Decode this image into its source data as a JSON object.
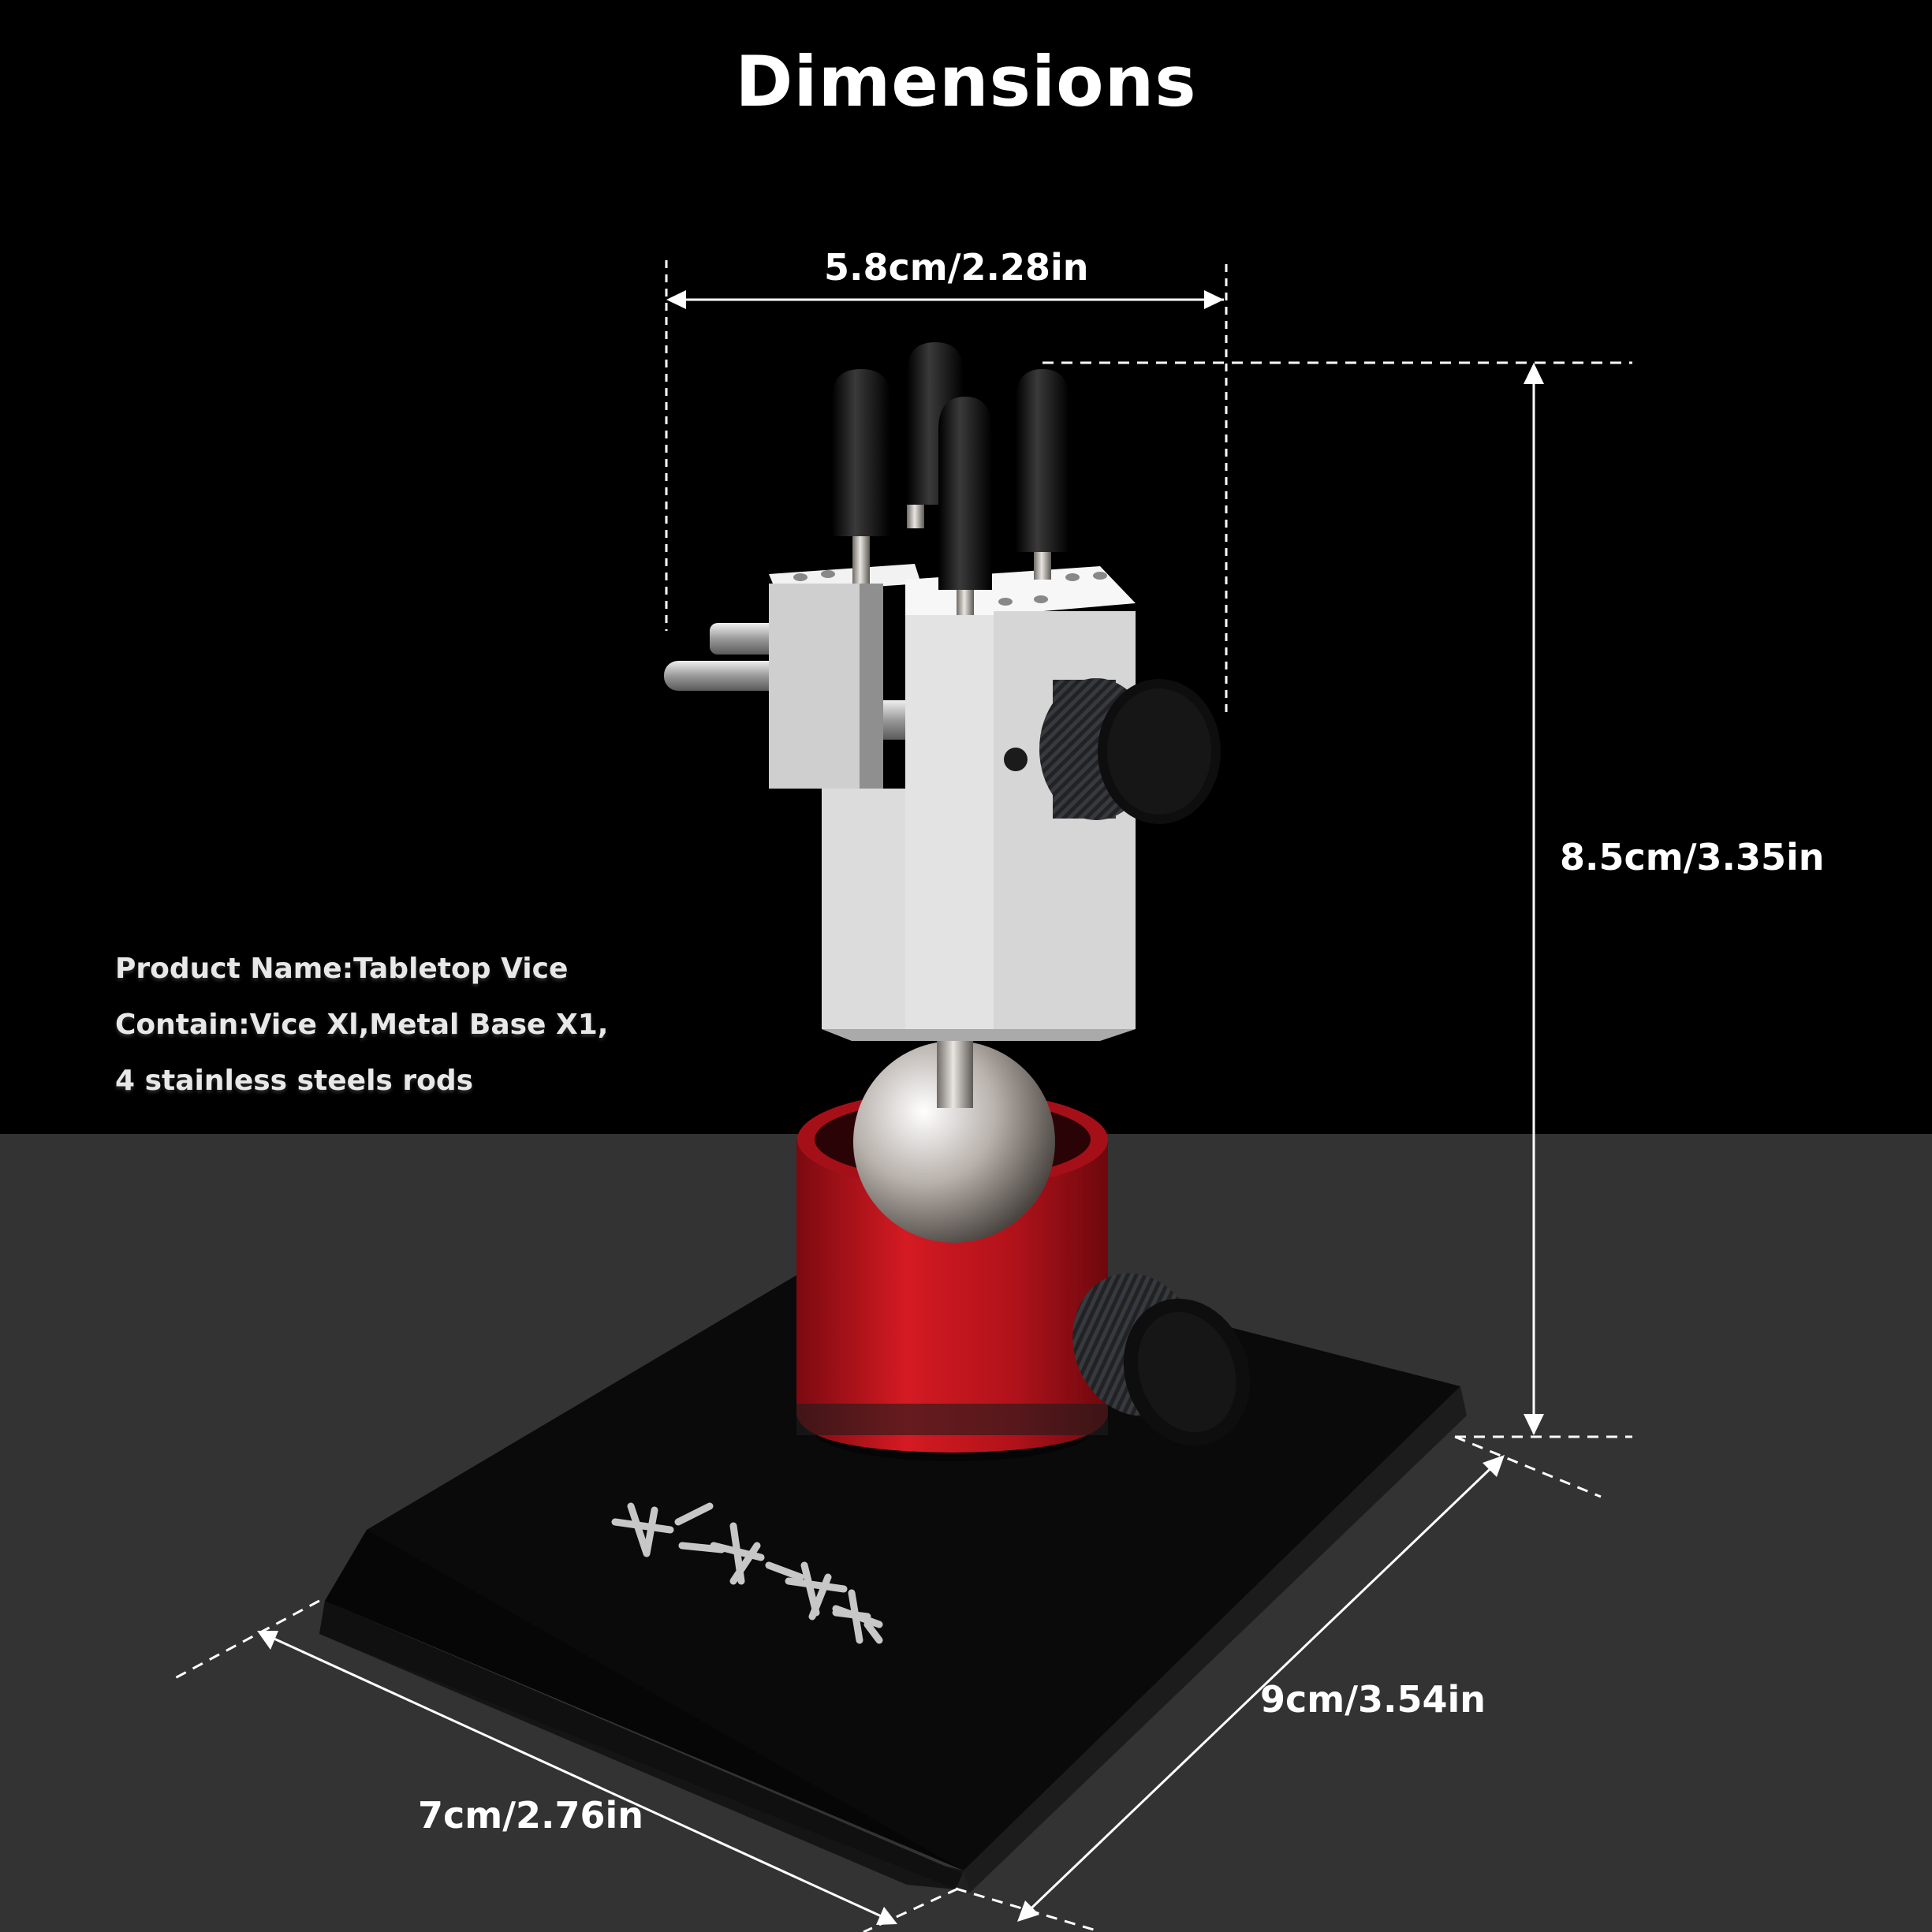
{
  "title": "Dimensions",
  "dimensions": {
    "width": "5.8cm/2.28in",
    "height": "8.5cm/3.35in",
    "depth": "9cm/3.54in",
    "length": "7cm/2.76in"
  },
  "product_info": {
    "name": "Product Name:Tabletop Vice",
    "contain": "Contain:Vice Xl,Metal Base X1,",
    "rods": "4 stainless steels rods"
  },
  "colors": {
    "background_top": "#000000",
    "floor": "#333333",
    "base_plate": "#0d0d0d",
    "ball_mount": "#c8111b",
    "vice_body": "#e6e6e6",
    "dimension_lines": "#ffffff"
  }
}
